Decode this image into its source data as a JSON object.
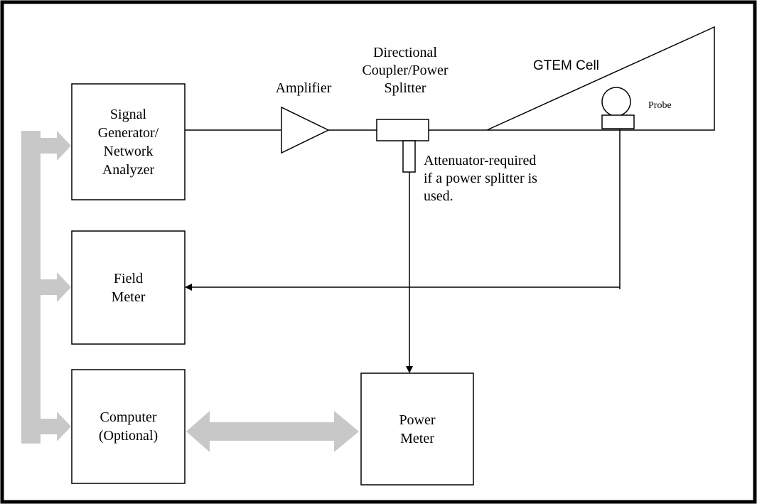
{
  "diagram": {
    "boxes": {
      "signal_generator": [
        "Signal",
        "Generator/",
        "Network",
        "Analyzer"
      ],
      "field_meter": [
        "Field",
        "Meter"
      ],
      "computer": [
        "Computer",
        "(Optional)"
      ],
      "power_meter": [
        "Power",
        "Meter"
      ]
    },
    "labels": {
      "amplifier": "Amplifier",
      "coupler": [
        "Directional",
        "Coupler/Power",
        "Splitter"
      ],
      "gtem_cell": "GTEM Cell",
      "probe": "Probe",
      "attenuator": [
        "Attenuator-required",
        "if a power splitter is",
        "used."
      ]
    },
    "colors": {
      "line": "#000000",
      "bus_arrow": "#c8c8c8",
      "border": "#000000"
    }
  }
}
